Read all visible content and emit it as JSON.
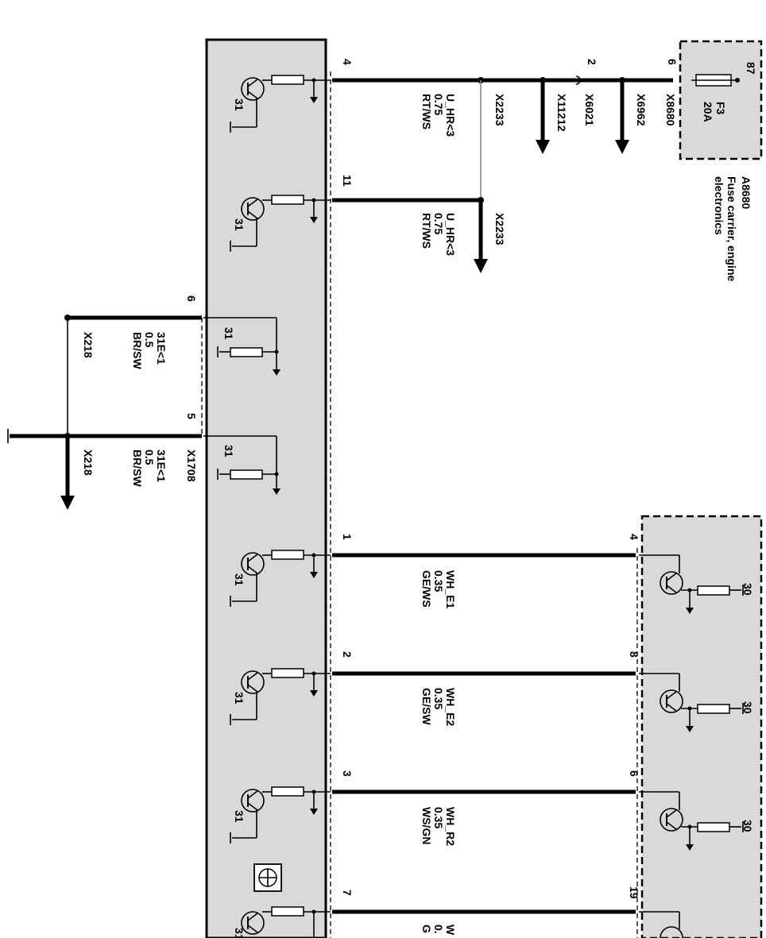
{
  "fuse_module": {
    "id": "A8680",
    "description_line1": "Fuse carrier, engine",
    "description_line2": "electronics",
    "fuse_name": "F3",
    "fuse_rating": "20A",
    "fuse_pin": "87",
    "out_pin": "6"
  },
  "connectors": {
    "x8680": "X8680",
    "x6962": "X6962",
    "x6021": "X6021",
    "x6021_pin": "2",
    "x11212": "X11212",
    "x2233": "X2233",
    "x2233_b": "X2233",
    "x1708": "X1708",
    "x218_a": "X218",
    "x218_b": "X218"
  },
  "control_unit_pins": [
    "4",
    "11",
    "6",
    "5",
    "1",
    "2",
    "3",
    "7"
  ],
  "ground_label": "31",
  "supply_label": "30",
  "wires": [
    {
      "pin": "4",
      "name": "U_HR<3",
      "size": "0.75",
      "color": "RT/WS"
    },
    {
      "pin": "11",
      "name": "U_HR<3",
      "size": "0.75",
      "color": "RT/WS"
    },
    {
      "pin": "6",
      "name": "31E<1",
      "size": "0.5",
      "color": "BR/SW"
    },
    {
      "pin": "5",
      "name": "31E<1",
      "size": "0.5",
      "color": "BR/SW"
    },
    {
      "pin": "1",
      "name": "WH_E1",
      "size": "0.35",
      "color": "GE/WS"
    },
    {
      "pin": "2",
      "name": "WH_E2",
      "size": "0.35",
      "color": "GE/SW"
    },
    {
      "pin": "3",
      "name": "WH_R2",
      "size": "0.35",
      "color": "WS/GN"
    },
    {
      "pin": "7",
      "name": "W",
      "size": "0.",
      "color": "G"
    }
  ],
  "sensor_pins": [
    "4",
    "8",
    "6",
    "19"
  ]
}
